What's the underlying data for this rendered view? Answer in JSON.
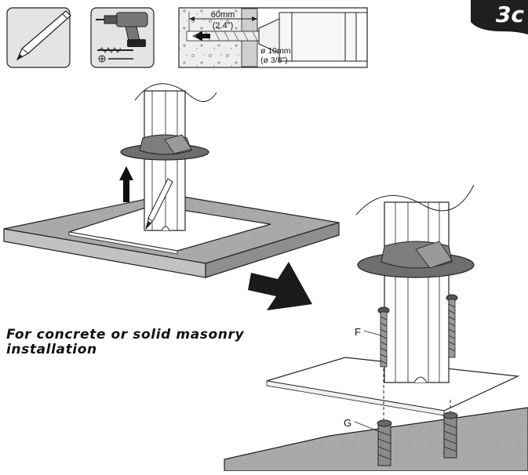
{
  "step": {
    "label": "3c"
  },
  "caption": {
    "line1": "For concrete or solid masonry",
    "line2": "installation"
  },
  "drill_spec": {
    "depth_metric": "60mm",
    "depth_imperial": "(2.4\")",
    "diameter_metric": "ø 10mm",
    "diameter_imperial": "(ø 3/8\")"
  },
  "tool_icons": [
    "pencil-icon",
    "power-drill-icon",
    "drill-bit-icon",
    "screwdriver-bit-icon"
  ],
  "parts": {
    "screw": "F",
    "anchor": "G"
  },
  "colors": {
    "badge": "#1f1f1f",
    "surface": "#a9a9a9",
    "collar": "#6e6e6e",
    "panel": "#e4e4e4"
  }
}
